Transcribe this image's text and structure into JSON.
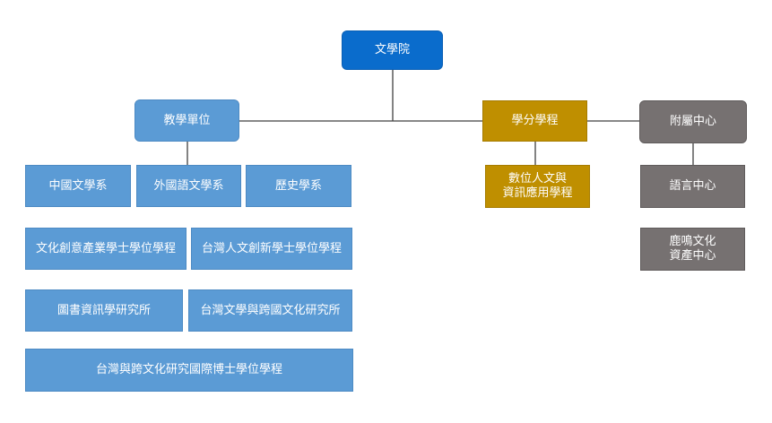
{
  "root": {
    "label": "文學院"
  },
  "branches": {
    "teaching": {
      "label": "教學單位"
    },
    "programs": {
      "label": "學分學程"
    },
    "affiliated": {
      "label": "附屬中心"
    }
  },
  "teaching_units": [
    "中國文學系",
    "外國語文學系",
    "歷史學系",
    "文化創意產業學士學位學程",
    "台灣人文創新學士學位學程",
    "圖書資訊學研究所",
    "台灣文學與跨國文化研究所",
    "台灣與跨文化研究國際博士學位學程"
  ],
  "credit_programs": [
    "數位人文與\n資訊應用學程"
  ],
  "centers": [
    "語言中心",
    "鹿鳴文化\n資產中心"
  ],
  "colors": {
    "root": "#0a6ccc",
    "teaching": "#5b9bd5",
    "programs": "#bf8f00",
    "affiliated": "#767171",
    "connector": "#404040"
  }
}
